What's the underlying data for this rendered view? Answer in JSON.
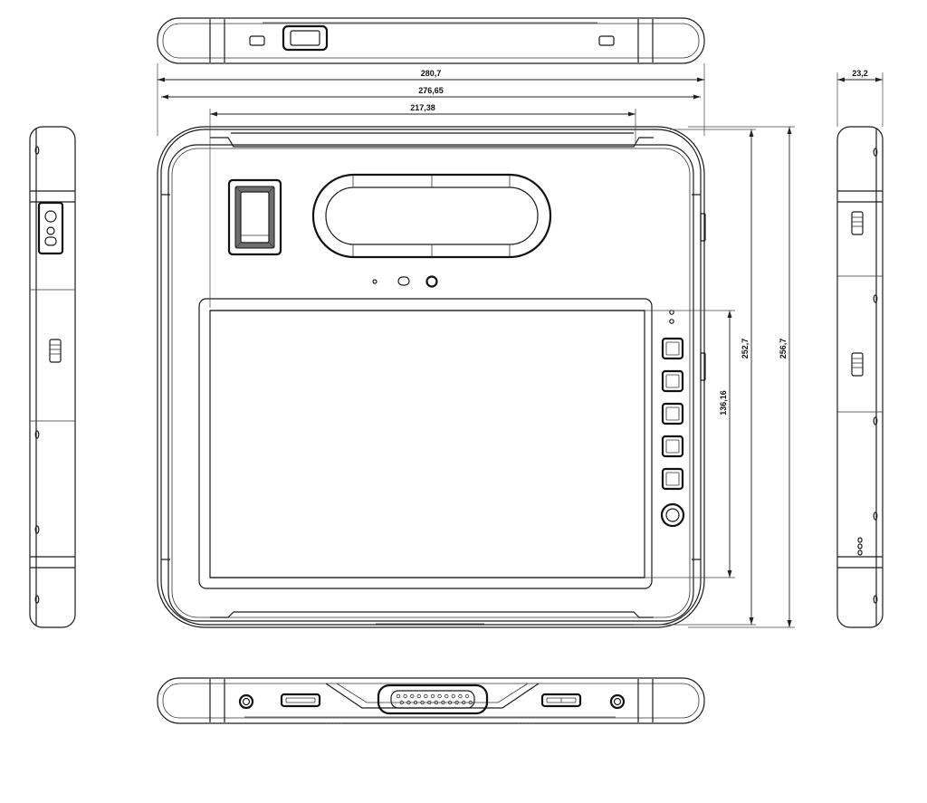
{
  "dimensions": {
    "overall_width": "280,7",
    "body_width": "276,65",
    "screen_width": "217,38",
    "depth": "23,2",
    "body_height": "252,7",
    "overall_height": "256,7",
    "screen_height": "136,16"
  }
}
